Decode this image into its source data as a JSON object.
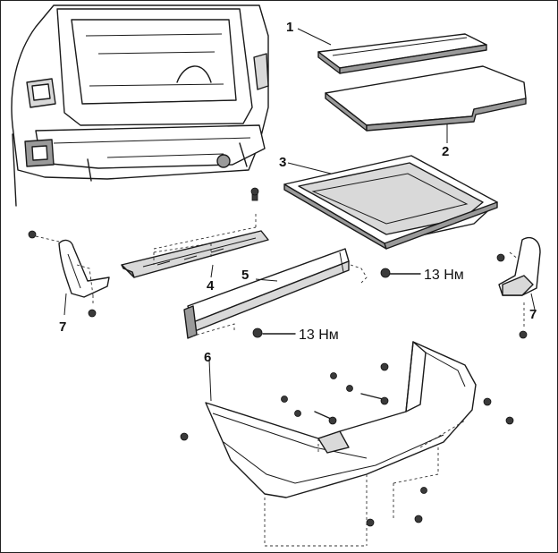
{
  "labels": {
    "part1": "1",
    "part2": "2",
    "part3": "3",
    "part4": "4",
    "part5": "5",
    "part6": "6",
    "part7_left": "7",
    "part7_right": "7"
  },
  "torque": {
    "upper": "13 Нм",
    "lower": "13 Нм"
  }
}
